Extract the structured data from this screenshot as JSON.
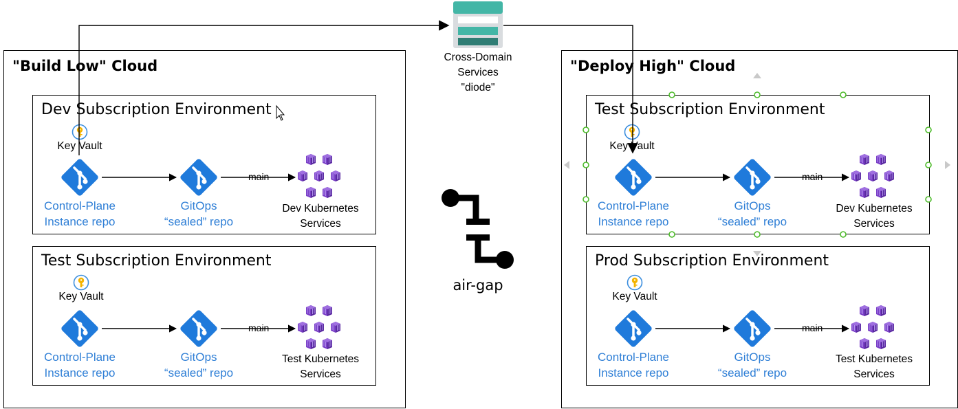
{
  "clouds": {
    "left": {
      "title": "\"Build Low\" Cloud"
    },
    "right": {
      "title": "\"Deploy High\" Cloud"
    }
  },
  "cross_domain": {
    "line1": "Cross-Domain",
    "line2": "Services",
    "line3": "\"diode\""
  },
  "airgap": {
    "label": "air-gap"
  },
  "environments": [
    {
      "title": "Dev Subscription Environment",
      "keyvault": "Key Vault",
      "cp_line1": "Control-Plane",
      "cp_line2": "Instance repo",
      "gitops_line1": "GitOps",
      "gitops_line2": "“sealed” repo",
      "edge_label": "main",
      "k8s_line1": "Dev Kubernetes",
      "k8s_line2": "Services"
    },
    {
      "title": "Test Subscription Environment",
      "keyvault": "Key Vault",
      "cp_line1": "Control-Plane",
      "cp_line2": "Instance repo",
      "gitops_line1": "GitOps",
      "gitops_line2": "“sealed” repo",
      "edge_label": "main",
      "k8s_line1": "Test Kubernetes",
      "k8s_line2": "Services"
    },
    {
      "title": "Test Subscription Environment",
      "keyvault": "Key Vault",
      "cp_line1": "Control-Plane",
      "cp_line2": "Instance repo",
      "gitops_line1": "GitOps",
      "gitops_line2": "“sealed” repo",
      "edge_label": "main",
      "k8s_line1": "Dev Kubernetes",
      "k8s_line2": "Services"
    },
    {
      "title": "Prod Subscription Environment",
      "keyvault": "Key Vault",
      "cp_line1": "Control-Plane",
      "cp_line2": "Instance repo",
      "gitops_line1": "GitOps",
      "gitops_line2": "“sealed” repo",
      "edge_label": "main",
      "k8s_line1": "Test Kubernetes",
      "k8s_line2": "Services"
    }
  ],
  "icons": {
    "keyvault": "key-vault-icon",
    "git": "git-repo-icon",
    "k8s": "kubernetes-services-icon",
    "cds": "cross-domain-services-icon",
    "airgap": "air-gap-icon"
  },
  "colors": {
    "git_blue": "#1f7adb",
    "label_blue": "#2f7fd6",
    "k8s_purple": "#7a3fc7",
    "keyvault_yellow": "#f4b400",
    "cds_teal": "#43b6a6",
    "selection_green": "#4dbb2a"
  }
}
